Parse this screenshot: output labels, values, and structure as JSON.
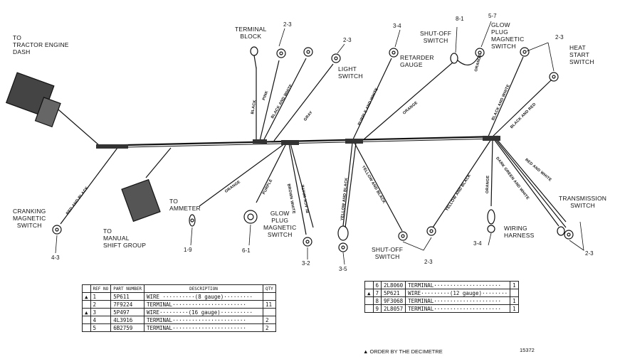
{
  "labels": {
    "tractor_dash": "TO\nTRACTOR ENGINE\nDASH",
    "terminal_block": "TERMINAL\nBLOCK",
    "light_switch": "LIGHT\nSWITCH",
    "retarder_gauge": "RETARDER\nGAUGE",
    "shutoff_switch_top": "SHUT-OFF\nSWITCH",
    "glow_plug_magnetic_switch_top": "GLOW\nPLUG\nMAGNETIC\nSWITCH",
    "heat_start_switch": "HEAT\nSTART\nSWITCH",
    "cranking_magnetic_switch": "CRANKING\nMAGNETIC\nSWITCH",
    "manual_shift_group": "TO\nMANUAL\nSHIFT GROUP",
    "ammeter": "TO\nAMMETER",
    "glow_plug_magnetic_switch": "GLOW\nPLUG\nMAGNETIC\nSWITCH",
    "shutoff_switch_bottom": "SHUT-OFF\nSWITCH",
    "wiring_harness": "WIRING\nHARNESS",
    "transmission_switch": "TRANSMISSION\nSWITCH"
  },
  "refs": {
    "r_23_terminal": "2-3",
    "r_23_light": "2-3",
    "r_34_retarder": "3-4",
    "r_81": "8-1",
    "r_57": "5-7",
    "r_23_heat": "2-3",
    "r_43": "4-3",
    "r_19": "1-9",
    "r_61": "6-1",
    "r_32": "3-2",
    "r_35": "3-5",
    "r_23_shutoff": "2-3",
    "r_34_harness": "3-4",
    "r_23_trans": "2-3"
  },
  "wire_labels": {
    "w_black1": "BLACK",
    "w_pink": "PINK",
    "w_black_white1": "BLACK AND WHITE",
    "w_gray": "GRAY",
    "w_purple_white": "PURPLE AND WHITE",
    "w_orange_top": "ORANGE",
    "w_orange_glow": "ORANGE",
    "w_black_white2": "BLACK AND WHITE",
    "w_black_red": "BLACK AND RED",
    "w_red_black": "RED AND BLACK",
    "w_orange_amm": "ORANGE",
    "w_purple": "PURPLE",
    "w_brown_white": "BROWN WHITE",
    "w_black2": "BLACK WHITE",
    "w_yellow_black1": "YELLOW AND BLACK",
    "w_yellow_black2": "YELLOW AND BLACK",
    "w_yellow_black3": "YELLOW AND BLACK",
    "w_orange_harn": "ORANGE",
    "w_dark_green_white": "DARK GREEN AND WHITE",
    "w_red_white": "RED AND WHITE"
  },
  "table1": {
    "headers": [
      "REF NO",
      "PART NUMBER",
      "DESCRIPTION",
      "QTY"
    ],
    "rows": [
      {
        "mark": "▲",
        "ref": "1",
        "part": "5P611",
        "desc": "WIRE ··········(8 gauge)·········",
        "qty": ""
      },
      {
        "mark": "",
        "ref": "2",
        "part": "7F9224",
        "desc": "TERMINAL·······················",
        "qty": "11"
      },
      {
        "mark": "▲",
        "ref": "3",
        "part": "5P497",
        "desc": "WIRE·········(16 gauge)··········",
        "qty": ""
      },
      {
        "mark": "",
        "ref": "4",
        "part": "4L3916",
        "desc": "TERMINAL·······················",
        "qty": "2"
      },
      {
        "mark": "",
        "ref": "5",
        "part": "6B2759",
        "desc": "TERMINAL·······················",
        "qty": "2"
      }
    ]
  },
  "table2": {
    "rows": [
      {
        "mark": "",
        "ref": "6",
        "part": "2L8060",
        "desc": "TERMINAL·····················",
        "qty": "1"
      },
      {
        "mark": "▲",
        "ref": "7",
        "part": "5P621",
        "desc": "WIRE·········(12 gauge)········",
        "qty": ""
      },
      {
        "mark": "",
        "ref": "8",
        "part": "9F3068",
        "desc": "TERMINAL·····················",
        "qty": "1"
      },
      {
        "mark": "",
        "ref": "9",
        "part": "2L8057",
        "desc": "TERMINAL·····················",
        "qty": "1"
      }
    ]
  },
  "footer": {
    "note": "▲ ORDER BY THE DECIMETRE",
    "figure_no": "15372"
  }
}
